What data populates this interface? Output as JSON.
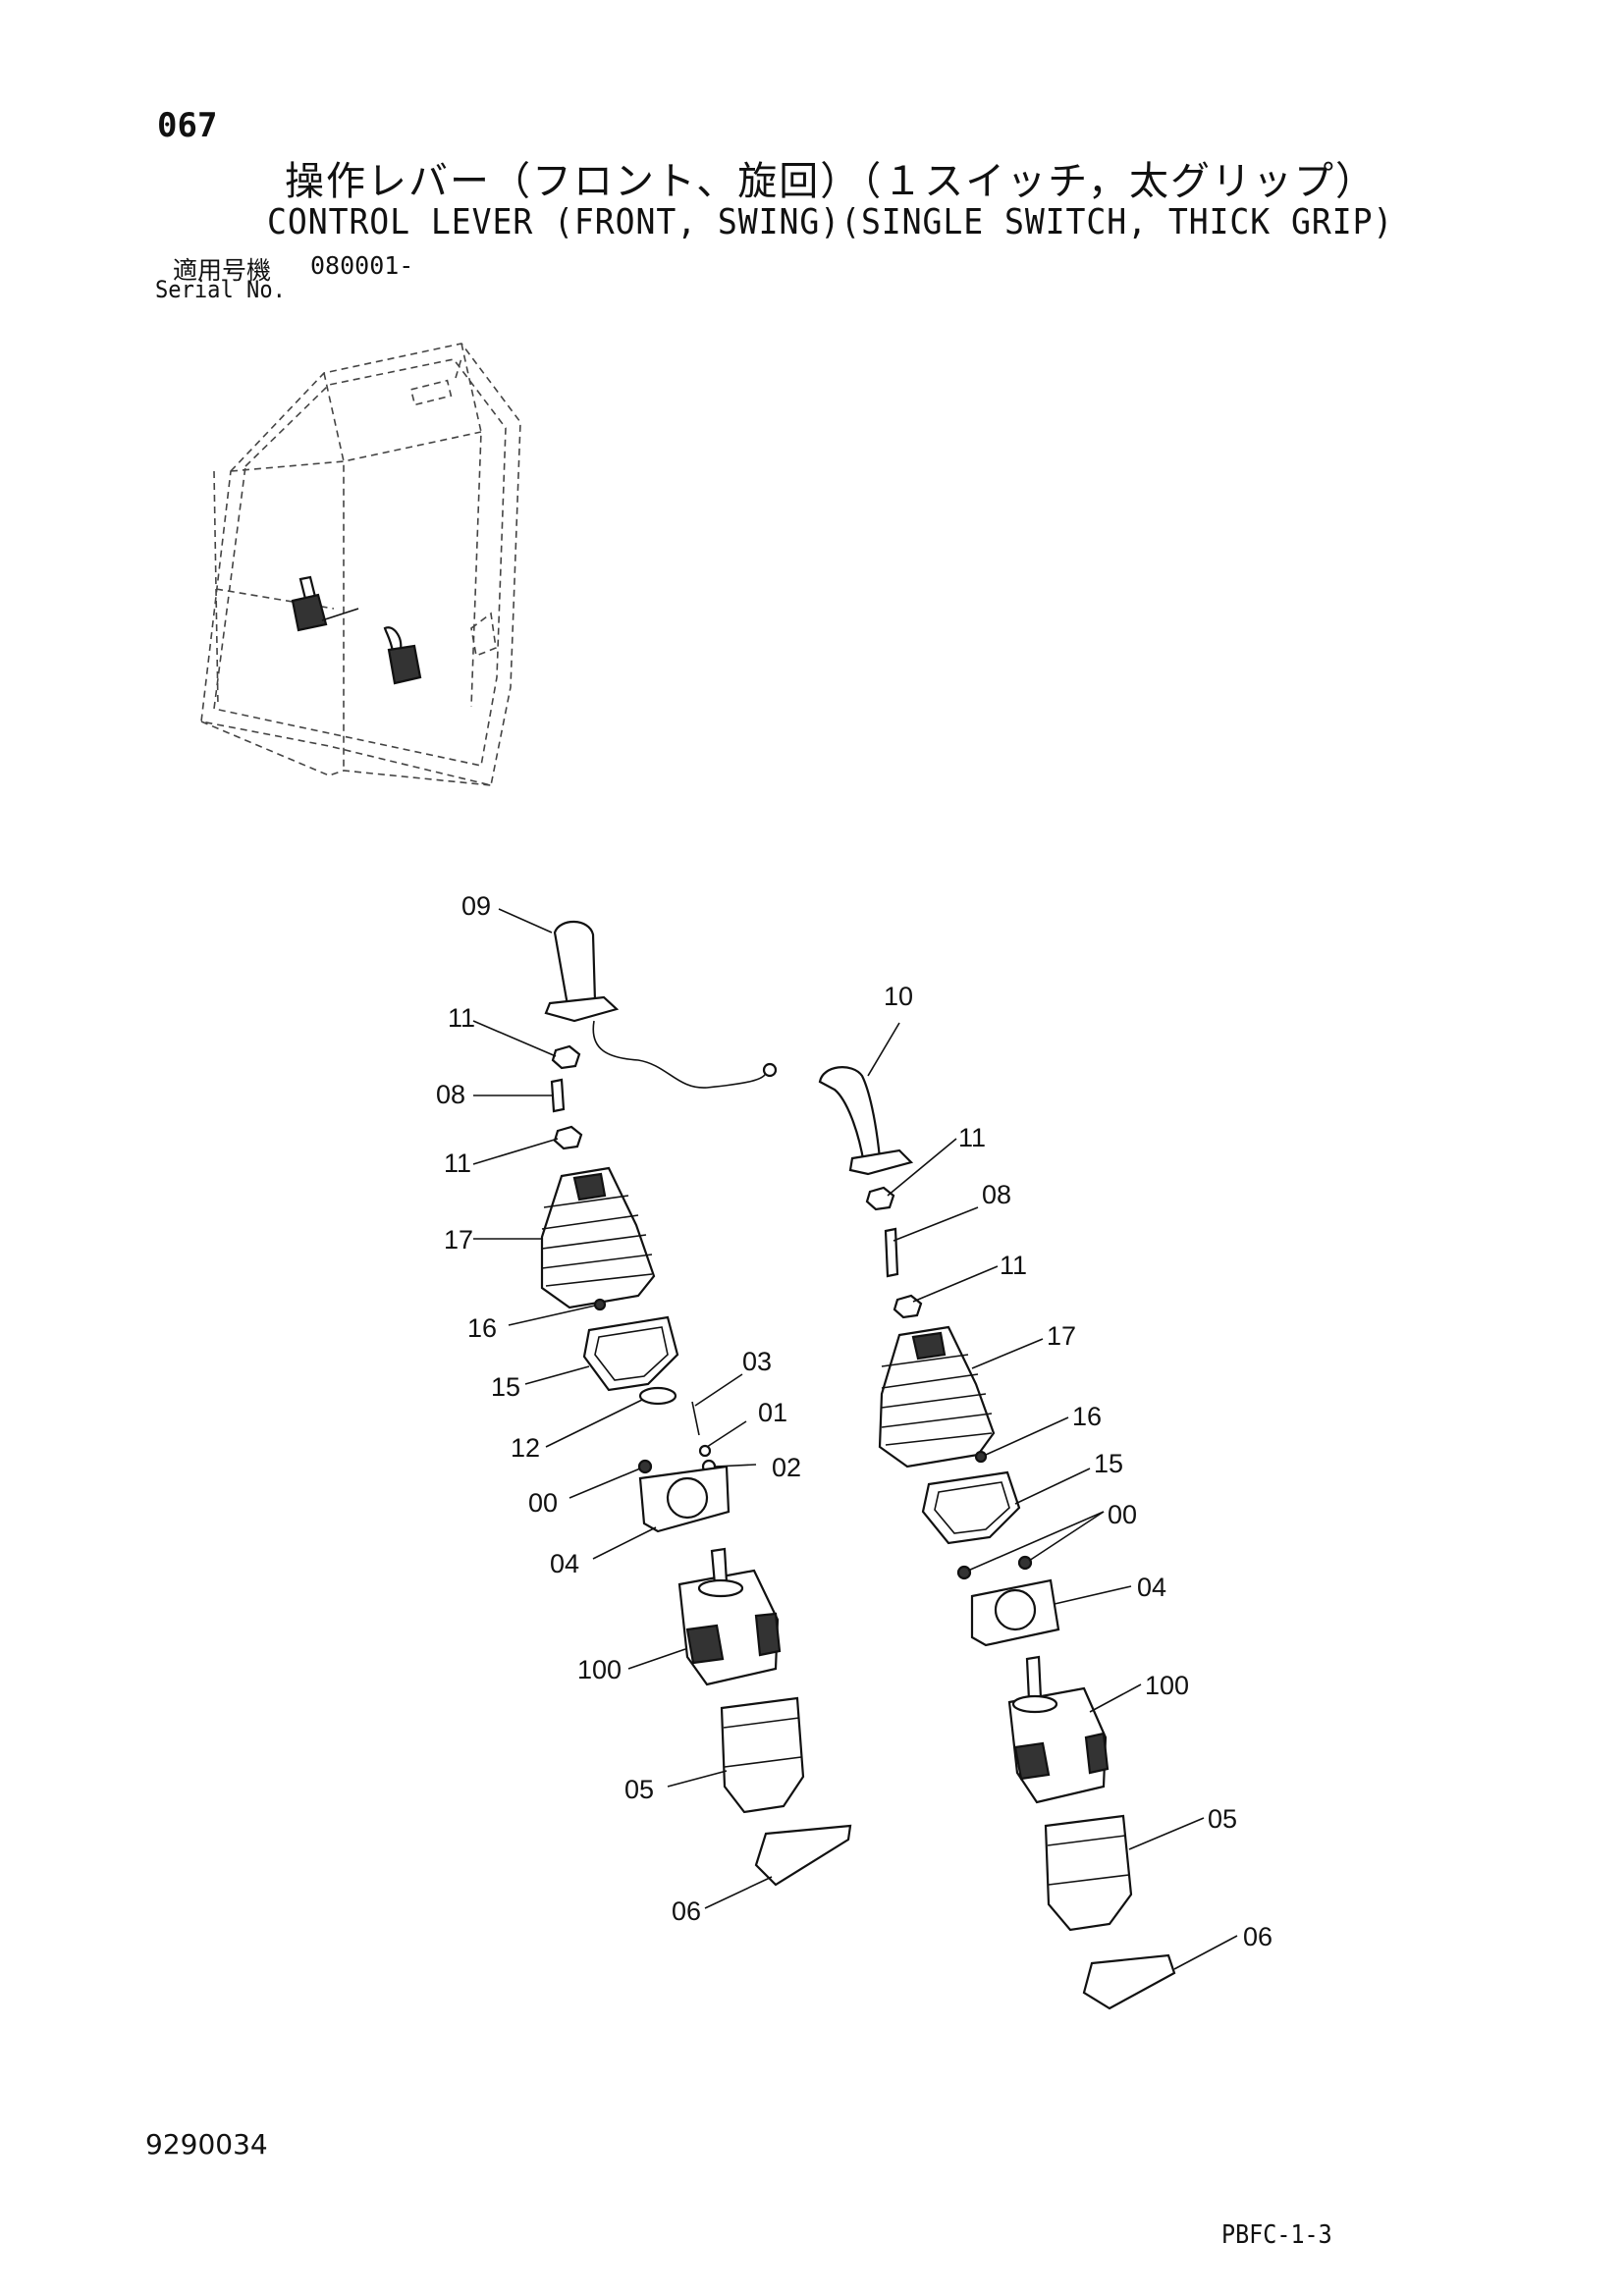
{
  "header": {
    "page_number": "067",
    "title_jp": "操作レバー（フロント、旋回）（１スイッチ，太グリップ）",
    "title_en": "CONTROL LEVER (FRONT, SWING)(SINGLE SWITCH, THICK GRIP)",
    "serial_label_jp": "適用号機",
    "serial_value": "080001-",
    "serial_label_en": "Serial No."
  },
  "footer": {
    "document_number": "9290034",
    "page_code": "PBFC-1-3"
  },
  "left_assembly": {
    "labels": [
      "09",
      "11",
      "08",
      "11",
      "17",
      "16",
      "15",
      "03",
      "12",
      "01",
      "00",
      "02",
      "04",
      "100",
      "05",
      "06"
    ]
  },
  "right_assembly": {
    "labels": [
      "10",
      "11",
      "08",
      "11",
      "17",
      "16",
      "15",
      "00",
      "04",
      "100",
      "05",
      "06"
    ]
  }
}
